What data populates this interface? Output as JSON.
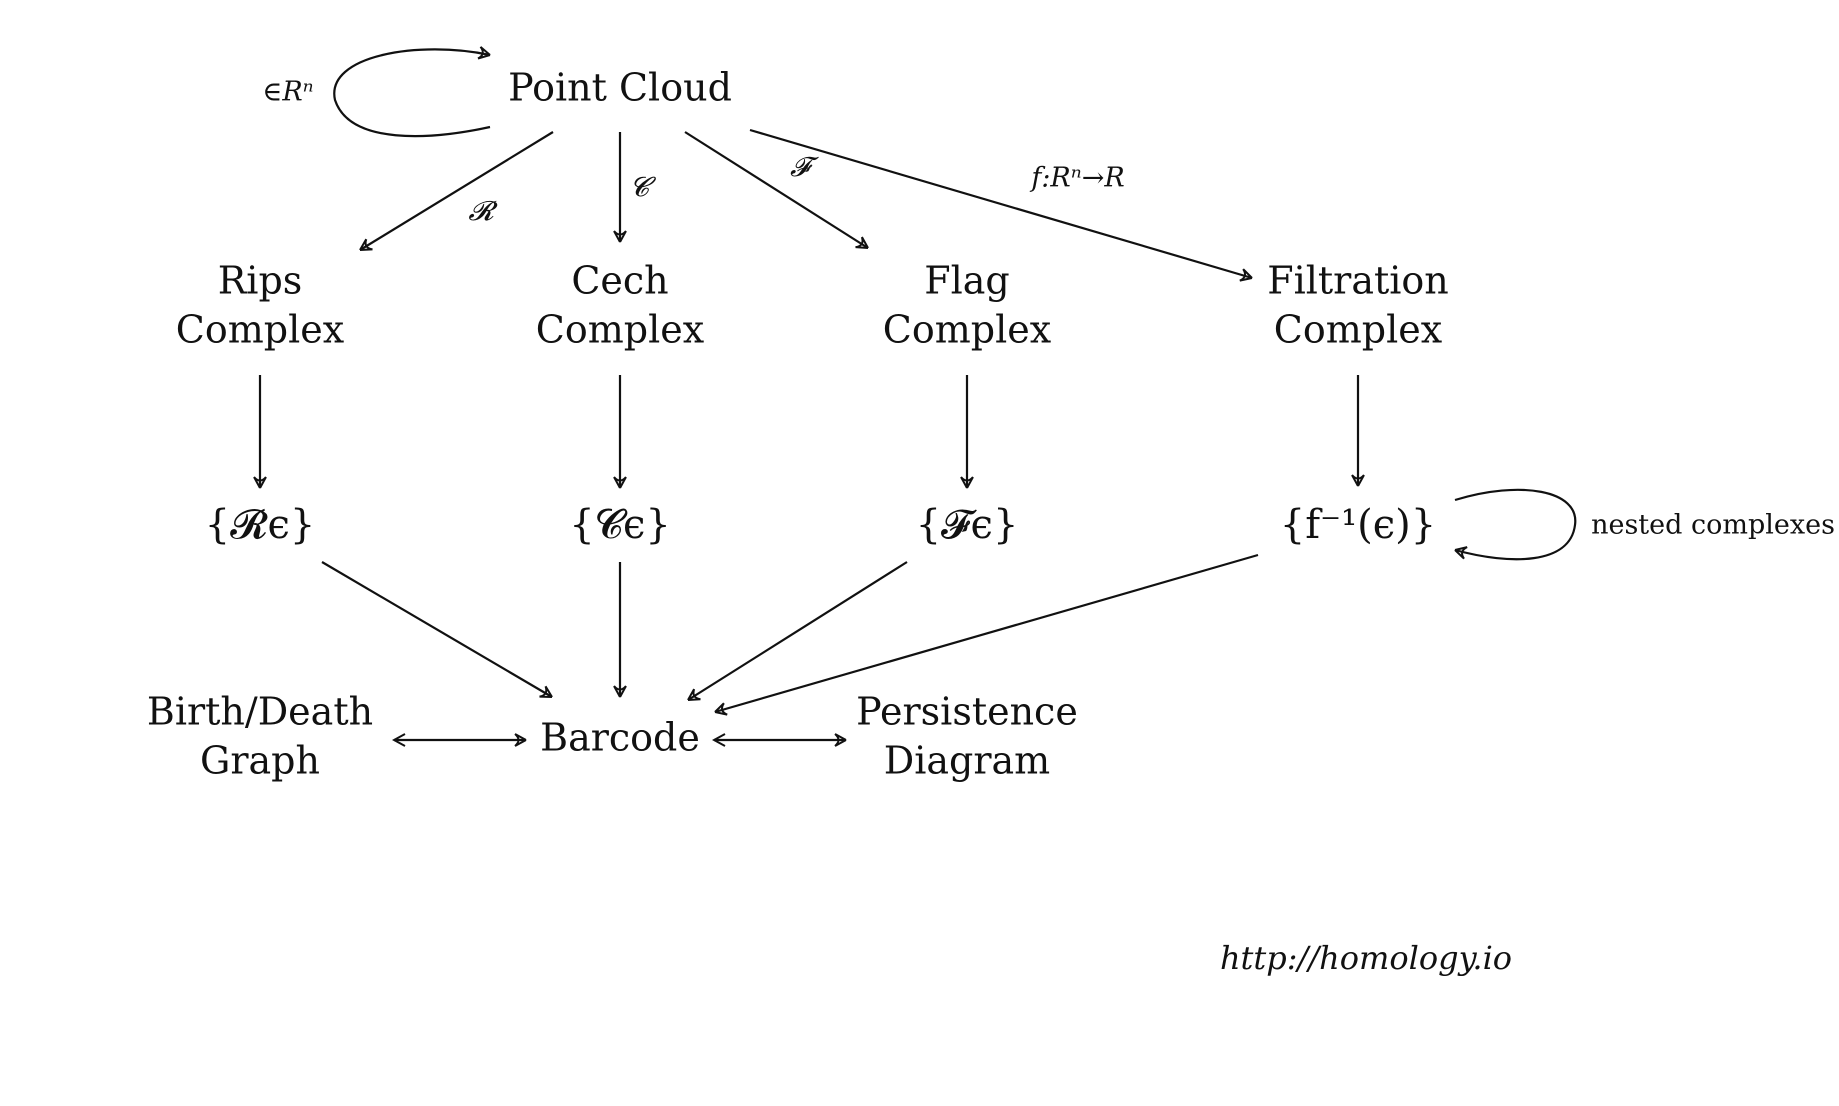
{
  "nodes": {
    "point_cloud": "Point Cloud",
    "rips_l1": "Rips",
    "rips_l2": "Complex",
    "cech_l1": "Cech",
    "cech_l2": "Complex",
    "flag_l1": "Flag",
    "flag_l2": "Complex",
    "filt_l1": "Filtration",
    "filt_l2": "Complex",
    "rips_set": "{𝓡ϵ}",
    "cech_set": "{𝓒ϵ}",
    "flag_set": "{𝓕ϵ}",
    "filt_set": "{f⁻¹(ϵ)}",
    "bd_l1": "Birth/Death",
    "bd_l2": "Graph",
    "barcode": "Barcode",
    "pd_l1": "Persistence",
    "pd_l2": "Diagram"
  },
  "edge_labels": {
    "self_loop_pc": "∈Rⁿ",
    "rips": "𝓡",
    "cech": "𝓒",
    "flag": "𝓕",
    "filtration": "f:Rⁿ→R",
    "self_loop_filt": "nested complexes"
  },
  "footer": {
    "url": "http://homology.io"
  }
}
